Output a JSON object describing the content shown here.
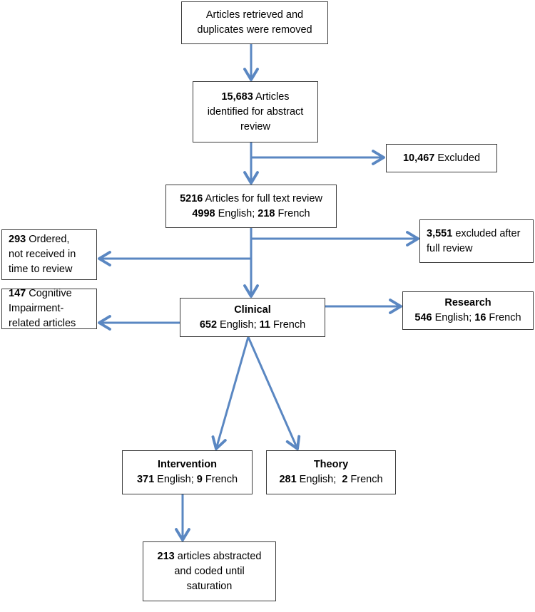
{
  "colors": {
    "arrow": "#5a87c2",
    "box_border": "#3b3b3b"
  },
  "boxes": {
    "retrieved": {
      "line1": "Articles retrieved and",
      "line2": "duplicates were removed"
    },
    "identified": {
      "count": "15,683",
      "line1_rest": " Articles",
      "line2": "identified for abstract",
      "line3": "review"
    },
    "excluded_abstract": {
      "count": "10,467",
      "rest": " Excluded"
    },
    "fulltext": {
      "count": "5216",
      "line1_rest": " Articles for full text review",
      "english": "4998",
      "english_label": " English; ",
      "french": "218",
      "french_label": " French"
    },
    "not_received": {
      "count": "293",
      "line1_rest": " Ordered,",
      "line2": "not received in",
      "line3": "time to review"
    },
    "excluded_full": {
      "count": "3,551",
      "line1_rest": " excluded after",
      "line2": "full review"
    },
    "cognitive": {
      "count": "147",
      "line1_rest": " Cognitive",
      "line2": "Impairment-",
      "line3": "related articles"
    },
    "research": {
      "title": "Research",
      "english": "546",
      "english_label": " English; ",
      "french": "16",
      "french_label": " French"
    },
    "clinical": {
      "title": "Clinical",
      "english": "652",
      "english_label": " English; ",
      "french": "11",
      "french_label": " French"
    },
    "intervention": {
      "title": "Intervention",
      "english": "371",
      "english_label": " English; ",
      "french": "9",
      "french_label": " French"
    },
    "theory": {
      "title": "Theory",
      "english": "281",
      "english_label": " English;  ",
      "french": "2",
      "french_label": " French"
    },
    "abstracted": {
      "count": "213",
      "line1_rest": " articles abstracted",
      "line2": "and coded until",
      "line3": "saturation"
    }
  }
}
